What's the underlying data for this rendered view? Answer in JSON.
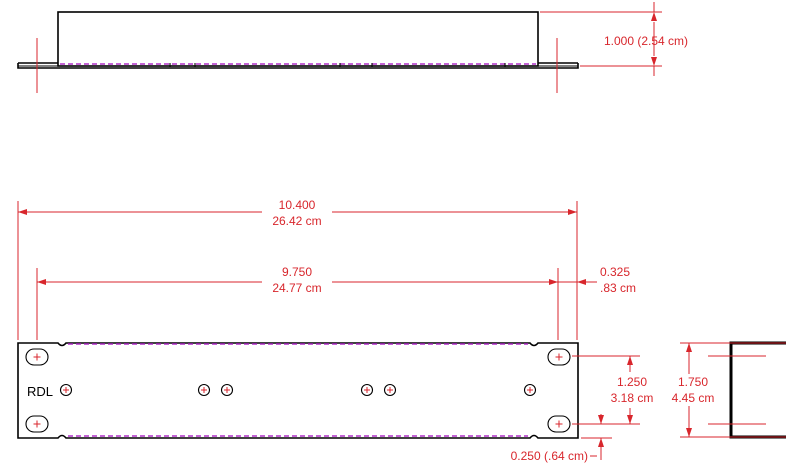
{
  "colors": {
    "outline": "#000000",
    "dimension": "#d8262c",
    "hidden_edge": "#b030c8",
    "background": "#ffffff"
  },
  "dimensions": {
    "top_height": "1.000 (2.54 cm)",
    "overall_width_in": "10.400",
    "overall_width_cm": "26.42 cm",
    "hole_spacing_in": "9.750",
    "hole_spacing_cm": "24.77 cm",
    "edge_offset_in": "0.325",
    "edge_offset_cm": ".83 cm",
    "hole_pitch_in": "1.250",
    "hole_pitch_cm": "3.18 cm",
    "panel_height_in": "1.750",
    "panel_height_cm": "4.45 cm",
    "bottom_offset": "0.250 (.64 cm)"
  },
  "front_panel": {
    "brand": "RDL"
  }
}
